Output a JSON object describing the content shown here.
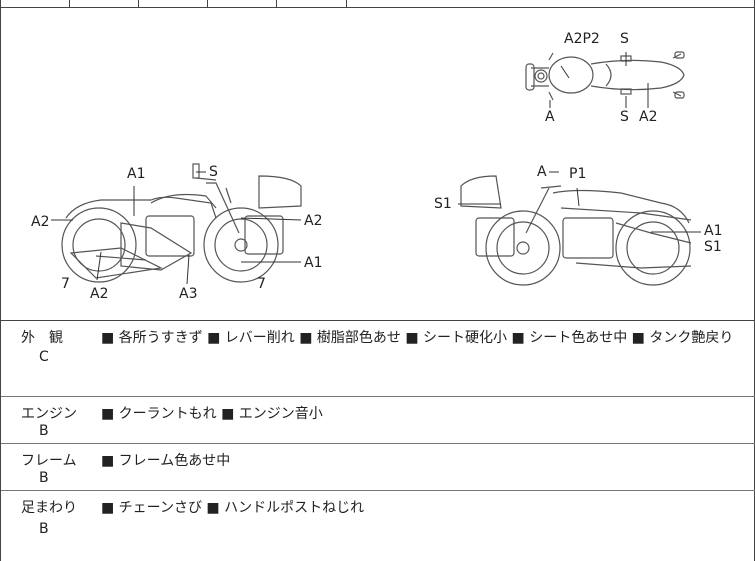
{
  "top_strip": {
    "fragment": "..."
  },
  "diagram": {
    "top_view": {
      "labels": [
        "A2P2",
        "S",
        "A",
        "S",
        "A2"
      ]
    },
    "left_view": {
      "labels": [
        "A1",
        "S",
        "A2",
        "A2",
        "A1",
        "7",
        "7",
        "A2",
        "A3"
      ]
    },
    "right_view": {
      "labels": [
        "A",
        "P1",
        "S1",
        "A1",
        "S1"
      ]
    }
  },
  "inspection": [
    {
      "category": "外　観",
      "grade": "C",
      "notes": "■ 各所うすきず ■ レバー削れ ■ 樹脂部色あせ ■ シート硬化小 ■ シート色あせ中 ■ タンク艶戻り"
    },
    {
      "category": "エンジン",
      "grade": "B",
      "notes": "■ クーラントもれ ■ エンジン音小"
    },
    {
      "category": "フレーム",
      "grade": "B",
      "notes": "■ フレーム色あせ中"
    },
    {
      "category": "足まわり",
      "grade": "B",
      "notes": "■ チェーンさび ■ ハンドルポストねじれ"
    }
  ]
}
